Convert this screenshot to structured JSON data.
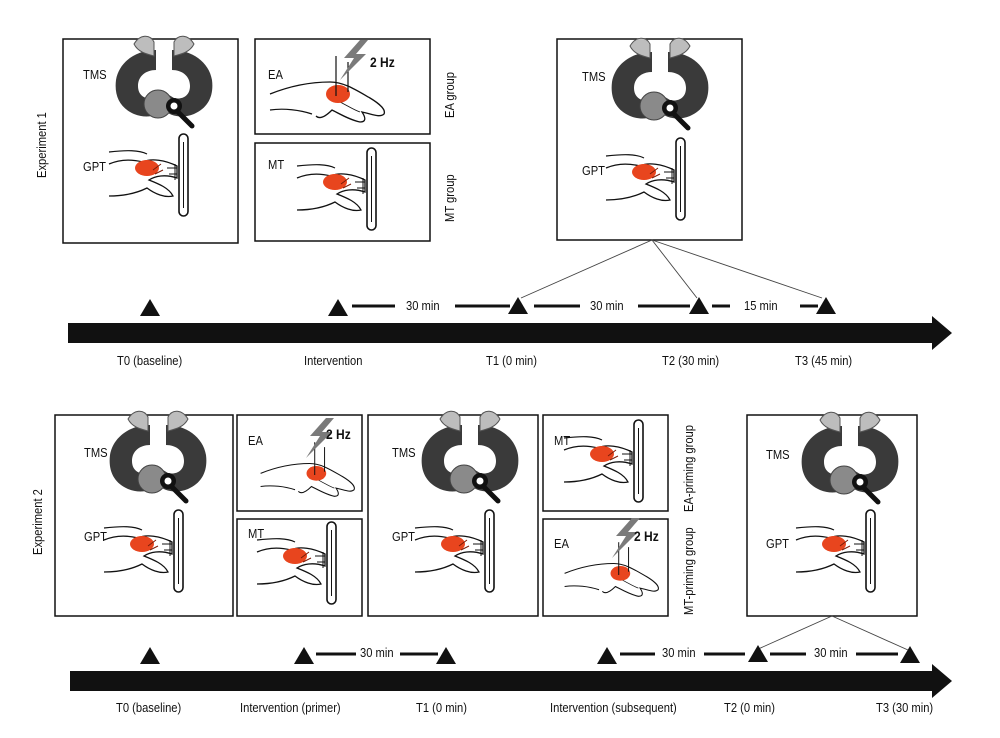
{
  "experiment1": {
    "title": "Experiment 1",
    "baseline_box": {
      "tms": "TMS",
      "gpt": "GPT"
    },
    "ea_box": {
      "label": "EA",
      "freq": "2 Hz"
    },
    "mt_box": {
      "label": "MT"
    },
    "group_labels": [
      "EA group",
      "MT group"
    ],
    "post_box": {
      "tms": "TMS",
      "gpt": "GPT"
    },
    "intervals": [
      "30 min",
      "30 min",
      "15 min"
    ],
    "timepoints": [
      "T0 (baseline)",
      "Intervention",
      "T1 (0 min)",
      "T2 (30 min)",
      "T3 (45 min)"
    ]
  },
  "experiment2": {
    "title": "Experiment 2",
    "baseline_box": {
      "tms": "TMS",
      "gpt": "GPT"
    },
    "ea_box": {
      "label": "EA",
      "freq": "2 Hz"
    },
    "mt_box": {
      "label": "MT"
    },
    "mid_box": {
      "tms": "TMS",
      "gpt": "GPT"
    },
    "mt2_box": {
      "label": "MT"
    },
    "ea2_box": {
      "label": "EA",
      "freq": "2 Hz"
    },
    "group_labels": [
      "EA-priming group",
      "MT-priming group"
    ],
    "post_box": {
      "tms": "TMS",
      "gpt": "GPT"
    },
    "intervals": [
      "30 min",
      "30 min",
      "30 min"
    ],
    "timepoints": [
      "T0 (baseline)",
      "Intervention (primer)",
      "T1 (0 min)",
      "Intervention (subsequent)",
      "T2 (0 min)",
      "T3 (30 min)"
    ]
  },
  "colors": {
    "ink": "#111111",
    "coil": "#3a3a3a",
    "coil_light": "#8a8a8a",
    "muscle": "#e8451e",
    "bolt": "#7a7a7a"
  },
  "icons": [
    "tms-coil-icon",
    "grip-hand-icon",
    "ea-hand-icon",
    "lightning-icon",
    "timepoint-marker-icon"
  ]
}
